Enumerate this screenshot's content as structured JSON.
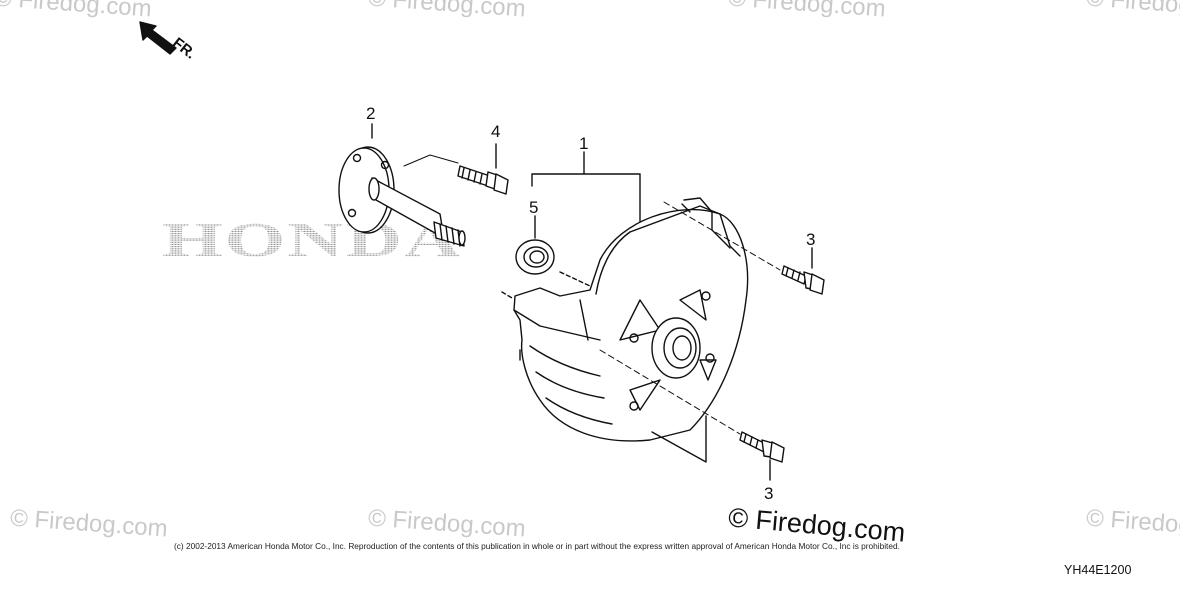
{
  "watermark_text": "© Firedog.com",
  "main_watermark_text": "© Firedog.com",
  "brand_text": "HONDA",
  "direction_label": "FR.",
  "callouts": {
    "part_1": "1",
    "part_2": "2",
    "part_3_upper": "3",
    "part_3_lower": "3",
    "part_4": "4",
    "part_5": "5"
  },
  "copyright": "(c) 2002-2013 American Honda Motor Co., Inc. Reproduction of the contents of this publication in whole or in part without the express written approval of American Honda Motor Co., Inc is prohibited.",
  "diagram_code": "YH44E1200"
}
